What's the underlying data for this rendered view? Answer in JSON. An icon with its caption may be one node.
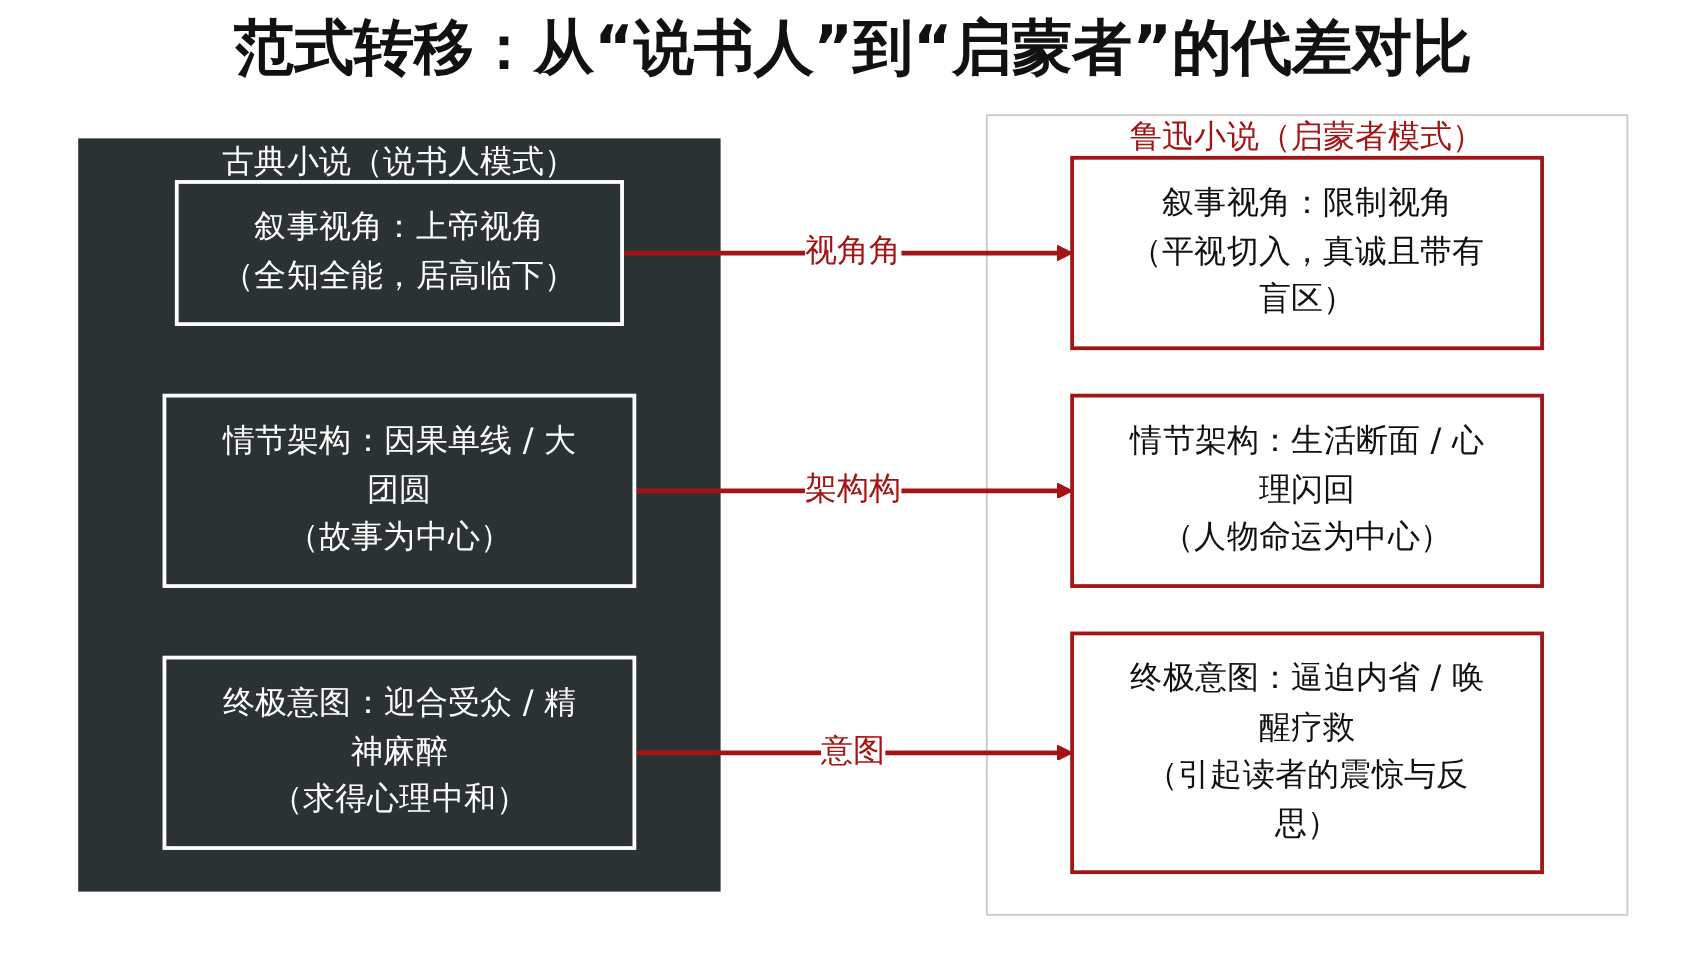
{
  "diagram": {
    "title": "范式转移：从“说书人”到“启蒙者”的代差对比",
    "nodes": [
      {
        "text": [
          "古典小说（说书人模式）"
        ]
      },
      {
        "text": [
          "叙事视角：上帝视角",
          "（全知全能，居高临下）"
        ],
        "in": 0
      },
      {
        "text": [
          "情节架构：因果单线 / 大团圆",
          "（故事为中心）"
        ],
        "in": 0
      },
      {
        "text": [
          "终极意图：迎合受众 / 精神麻醉",
          "（求得心理中和）"
        ],
        "in": 0
      },
      {
        "text": [
          "鲁迅小说（启蒙者模式）"
        ]
      },
      {
        "text": [
          "叙事视角：限制视角",
          "（平视切入，真诚且带有盲区）"
        ],
        "in": 4
      },
      {
        "text": [
          "情节架构：生活断面 / 心理闪回",
          "（人物命运为中心）"
        ],
        "in": 4
      },
      {
        "text": [
          "终极意图：逼迫内省 / 唤醒疗救",
          "（引起读者的震惊与反思）"
        ],
        "in": 4
      }
    ],
    "edges": [
      {
        "from": 1,
        "to": 5,
        "arrow": "to",
        "label": "视角角"
      },
      {
        "from": 2,
        "to": 6,
        "arrow": "to",
        "label": "架构构"
      },
      {
        "from": 3,
        "to": 7,
        "arrow": "to",
        "label": "意图"
      }
    ]
  }
}
